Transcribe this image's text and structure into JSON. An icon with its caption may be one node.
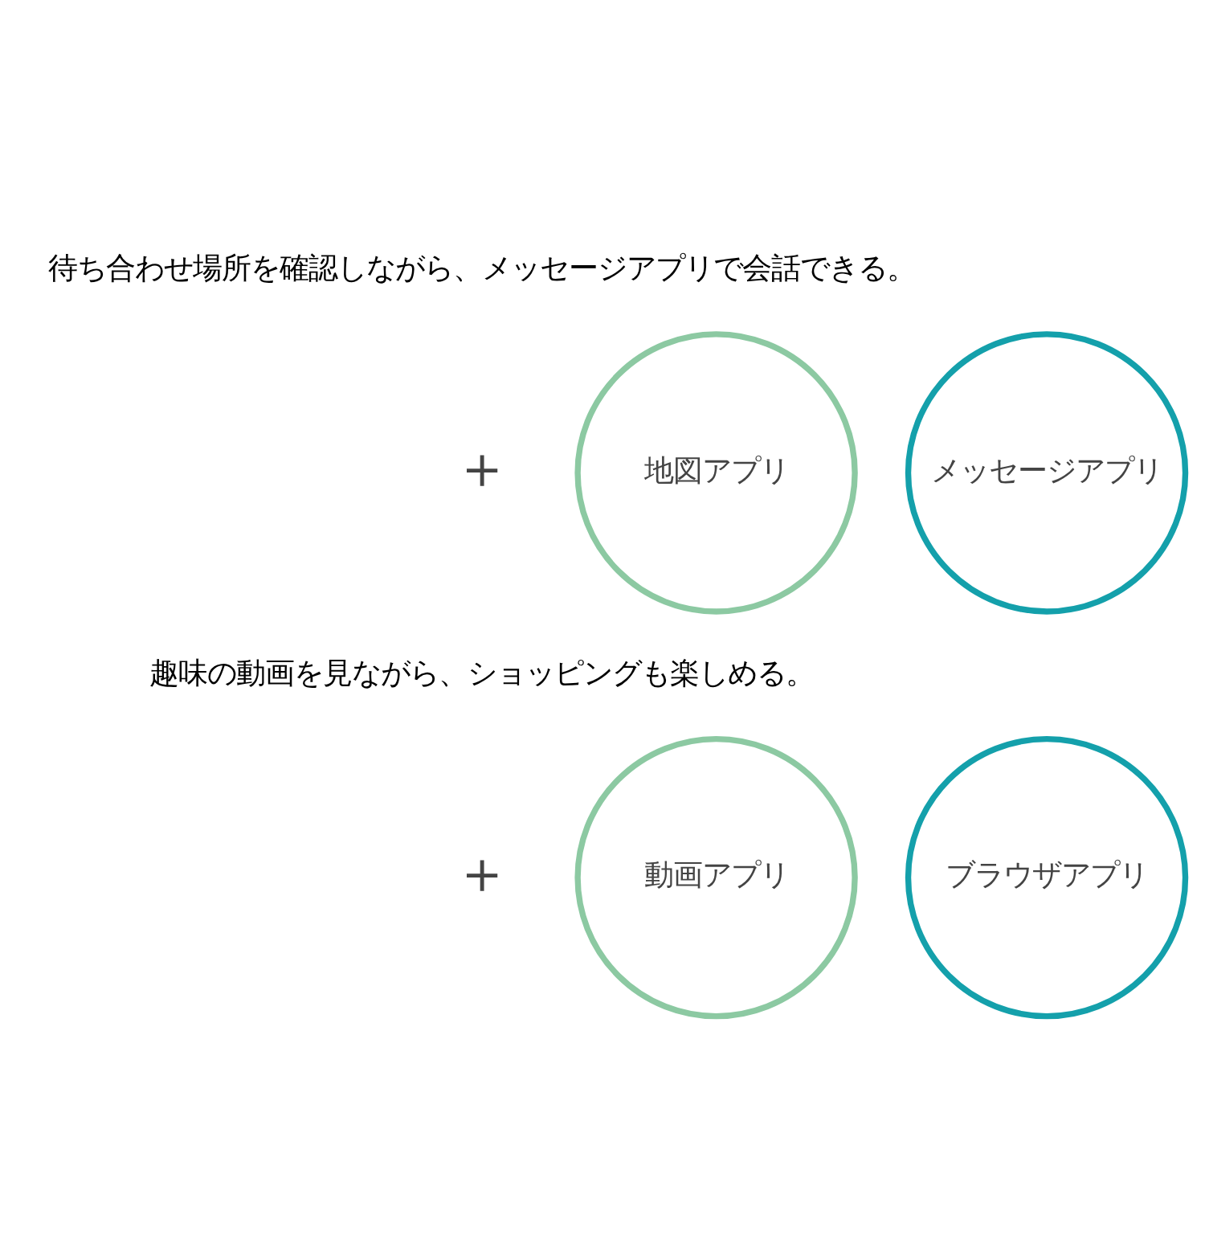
{
  "diagram": {
    "nodes": [
      {
        "text": [
          "地図アプリ"
        ]
      },
      {
        "text": [
          "メッセージアプリ"
        ]
      },
      {
        "text": [
          "動画アプリ"
        ]
      },
      {
        "text": [
          "ブラウザアプリ"
        ]
      }
    ],
    "labels": [
      "待ち合わせ場所を確認しながら、メッセージアプリで会話できる。",
      "＋",
      "趣味の動画を見ながら、ショッピングも楽しめる。",
      "＋"
    ]
  }
}
